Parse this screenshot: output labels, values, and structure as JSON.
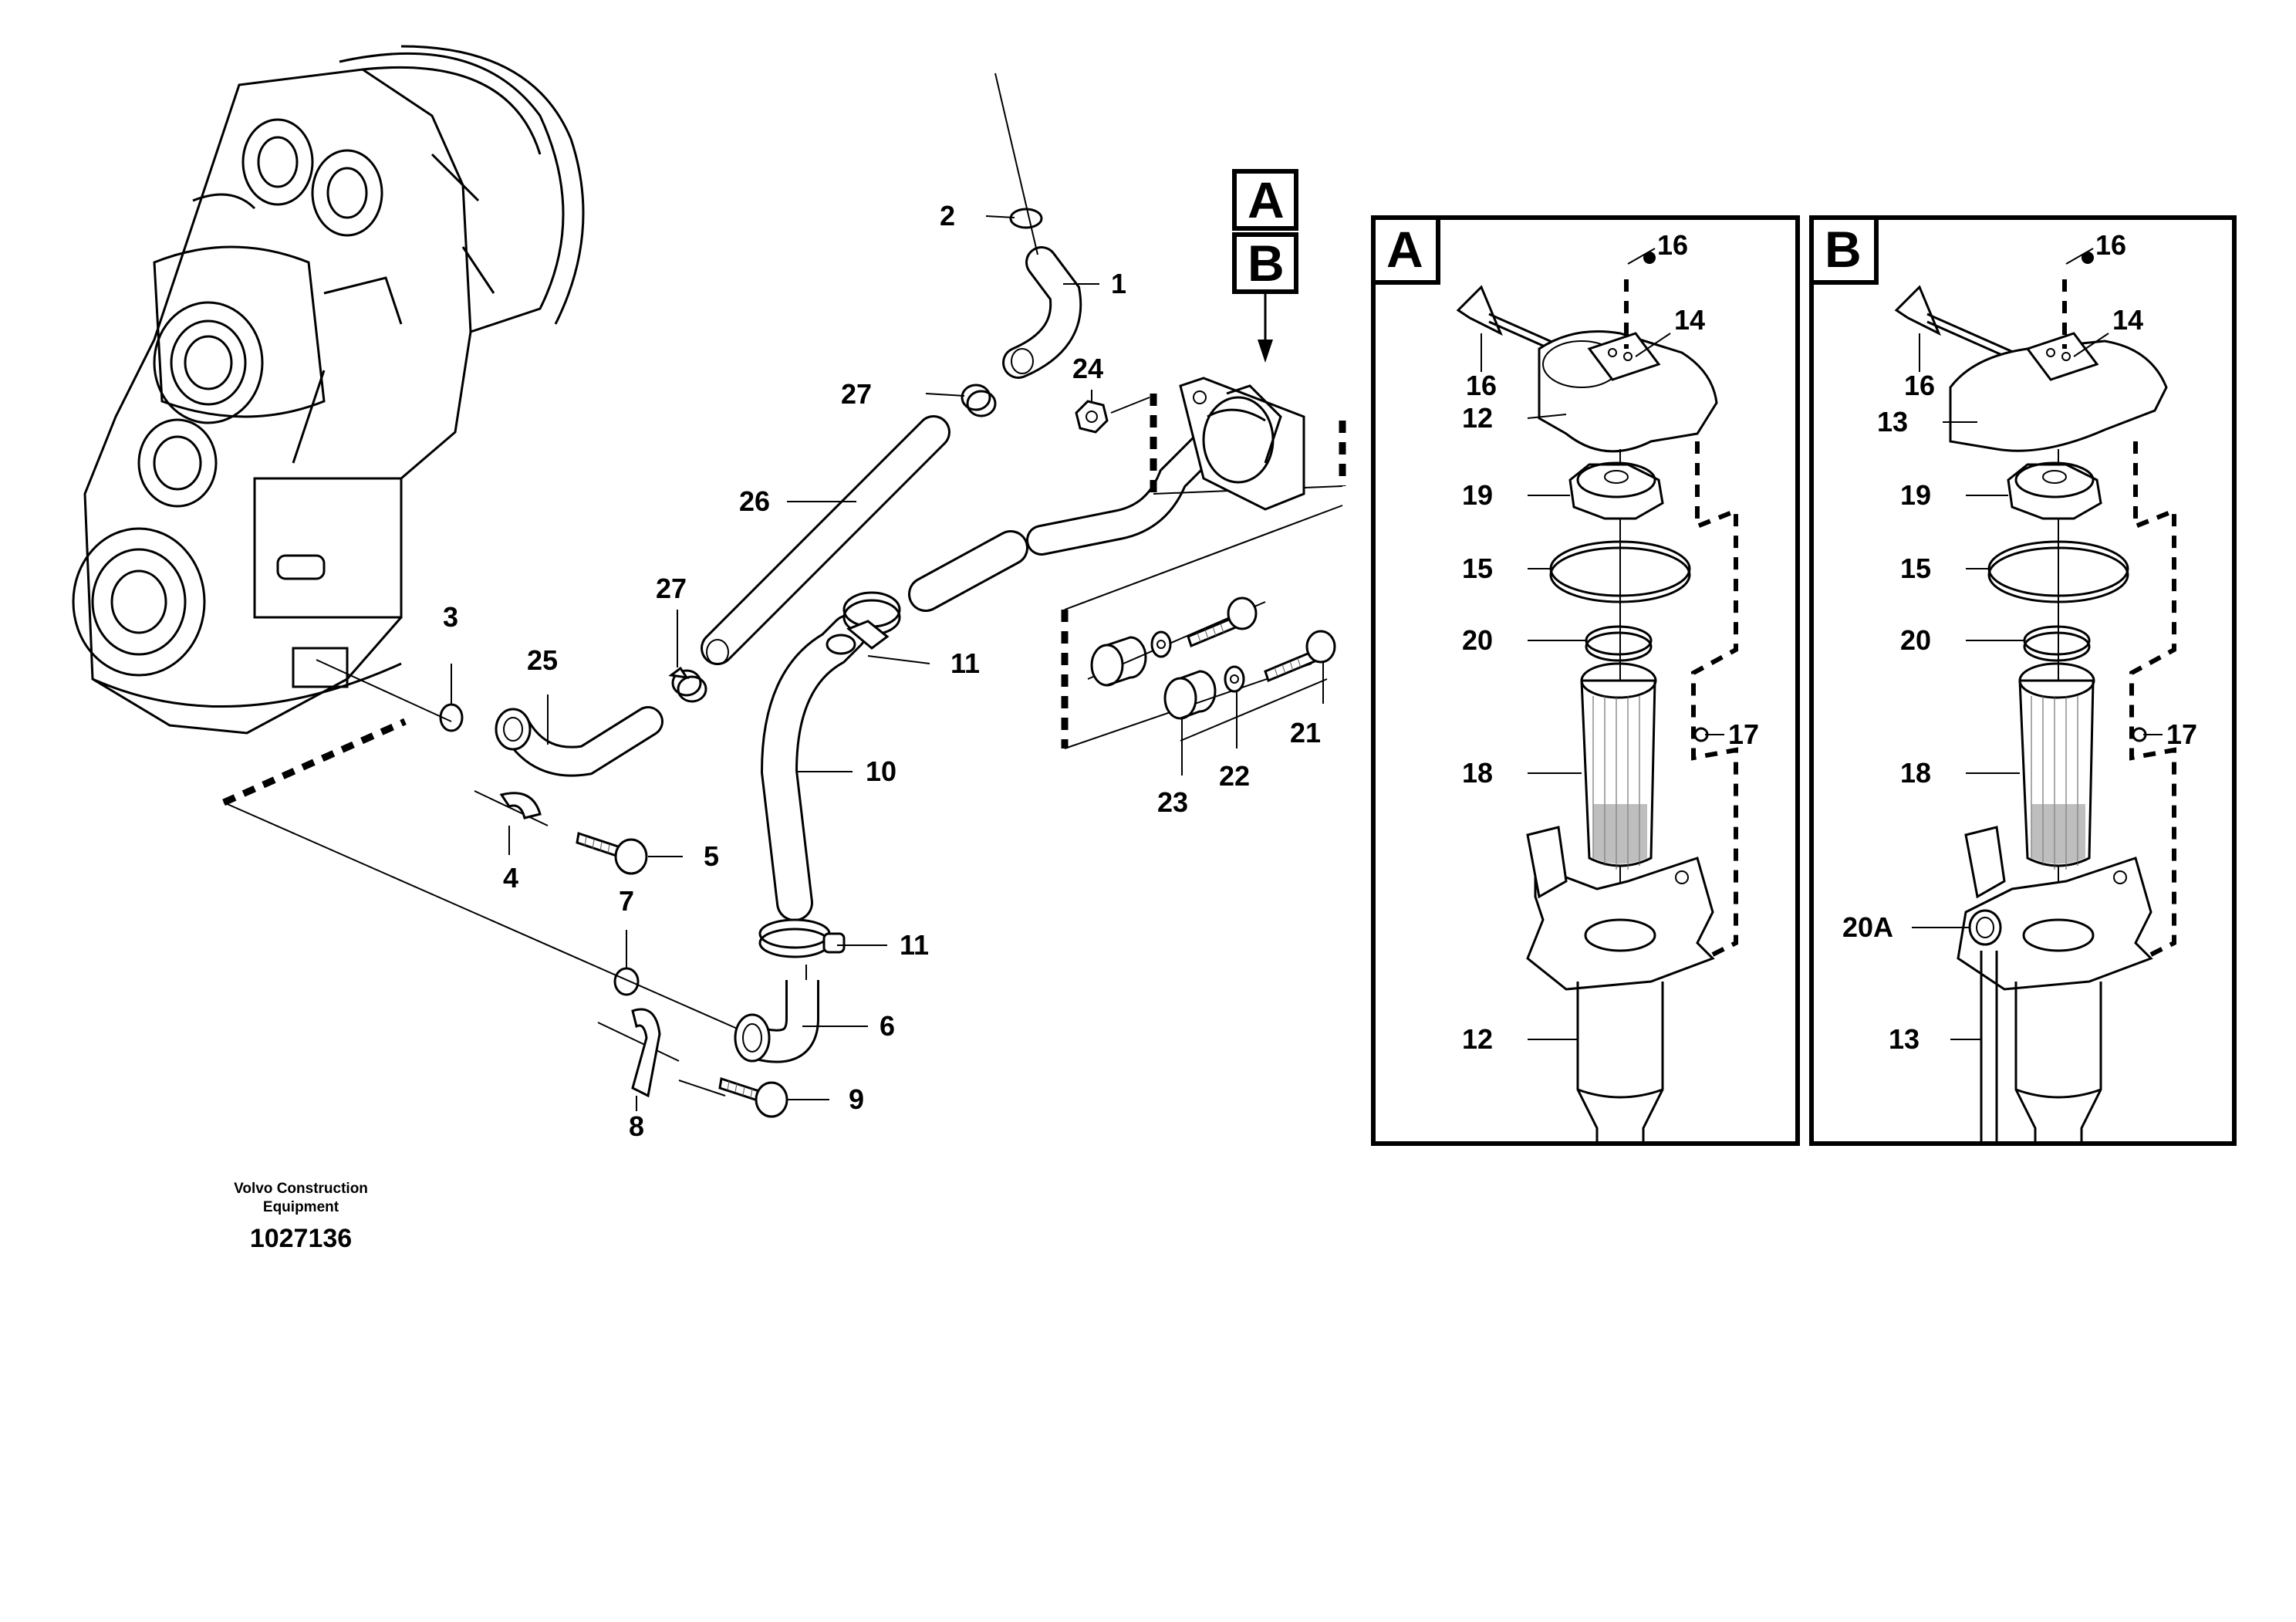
{
  "callouts": {
    "c1": "1",
    "c2": "2",
    "c3": "3",
    "c4": "4",
    "c5": "5",
    "c6": "6",
    "c7": "7",
    "c8": "8",
    "c9": "9",
    "c10": "10",
    "c11a": "11",
    "c11b": "11",
    "c21": "21",
    "c22": "22",
    "c23": "23",
    "c24": "24",
    "c25": "25",
    "c26": "26",
    "c27a": "27",
    "c27b": "27"
  },
  "view_markers": {
    "a": "A",
    "b": "B"
  },
  "detail_a": {
    "letter": "A",
    "labels": {
      "l16a": "16",
      "l16b": "16",
      "l14": "14",
      "l12a": "12",
      "l19": "19",
      "l15": "15",
      "l20": "20",
      "l17": "17",
      "l18": "18",
      "l12b": "12"
    }
  },
  "detail_b": {
    "letter": "B",
    "labels": {
      "l16a": "16",
      "l16b": "16",
      "l14": "14",
      "l13a": "13",
      "l19": "19",
      "l15": "15",
      "l20": "20",
      "l17": "17",
      "l18": "18",
      "l20a": "20A",
      "l13b": "13"
    }
  },
  "footer": {
    "brand_line1": "Volvo Construction",
    "brand_line2": "Equipment",
    "drawing_number": "1027136"
  }
}
